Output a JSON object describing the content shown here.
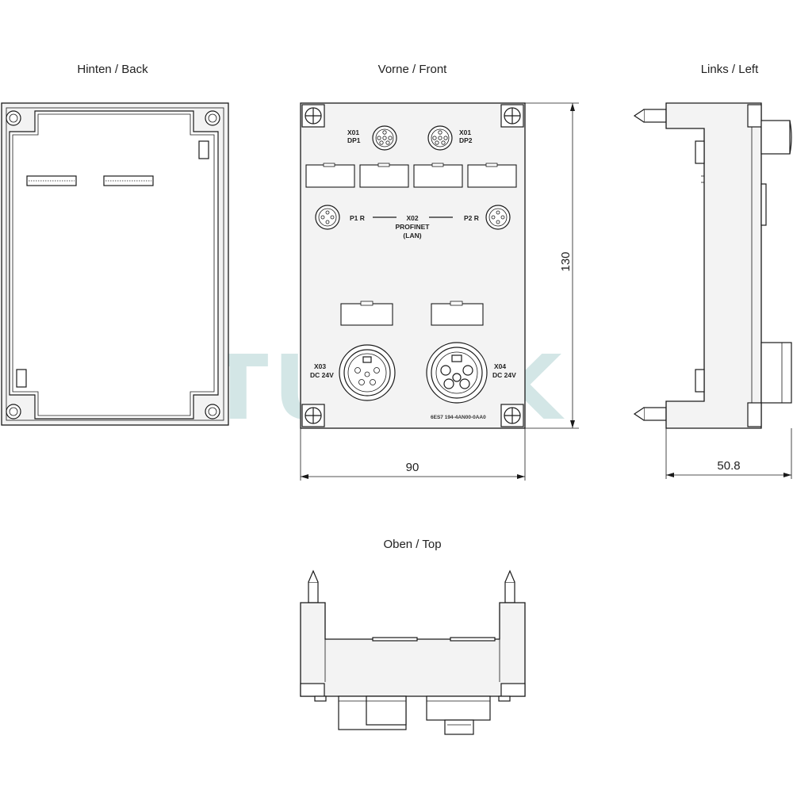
{
  "views": {
    "back": "Hinten / Back",
    "front": "Vorne / Front",
    "left": "Links / Left",
    "top": "Oben / Top"
  },
  "dimensions": {
    "height": "130",
    "width": "90",
    "depth": "50.8"
  },
  "front_labels": {
    "x01_left": "X01",
    "dp1": "DP1",
    "x01_right": "X01",
    "dp2": "DP2",
    "p1r": "P1 R",
    "x02": "X02",
    "profinet": "PROFINET",
    "lan": "(LAN)",
    "p2r": "P2 R",
    "x03": "X03",
    "dc24_left": "DC 24V",
    "x04": "X04",
    "dc24_right": "DC 24V",
    "order_number": "6ES7 194-4AN00-0AA0"
  },
  "watermark": "TURCK"
}
